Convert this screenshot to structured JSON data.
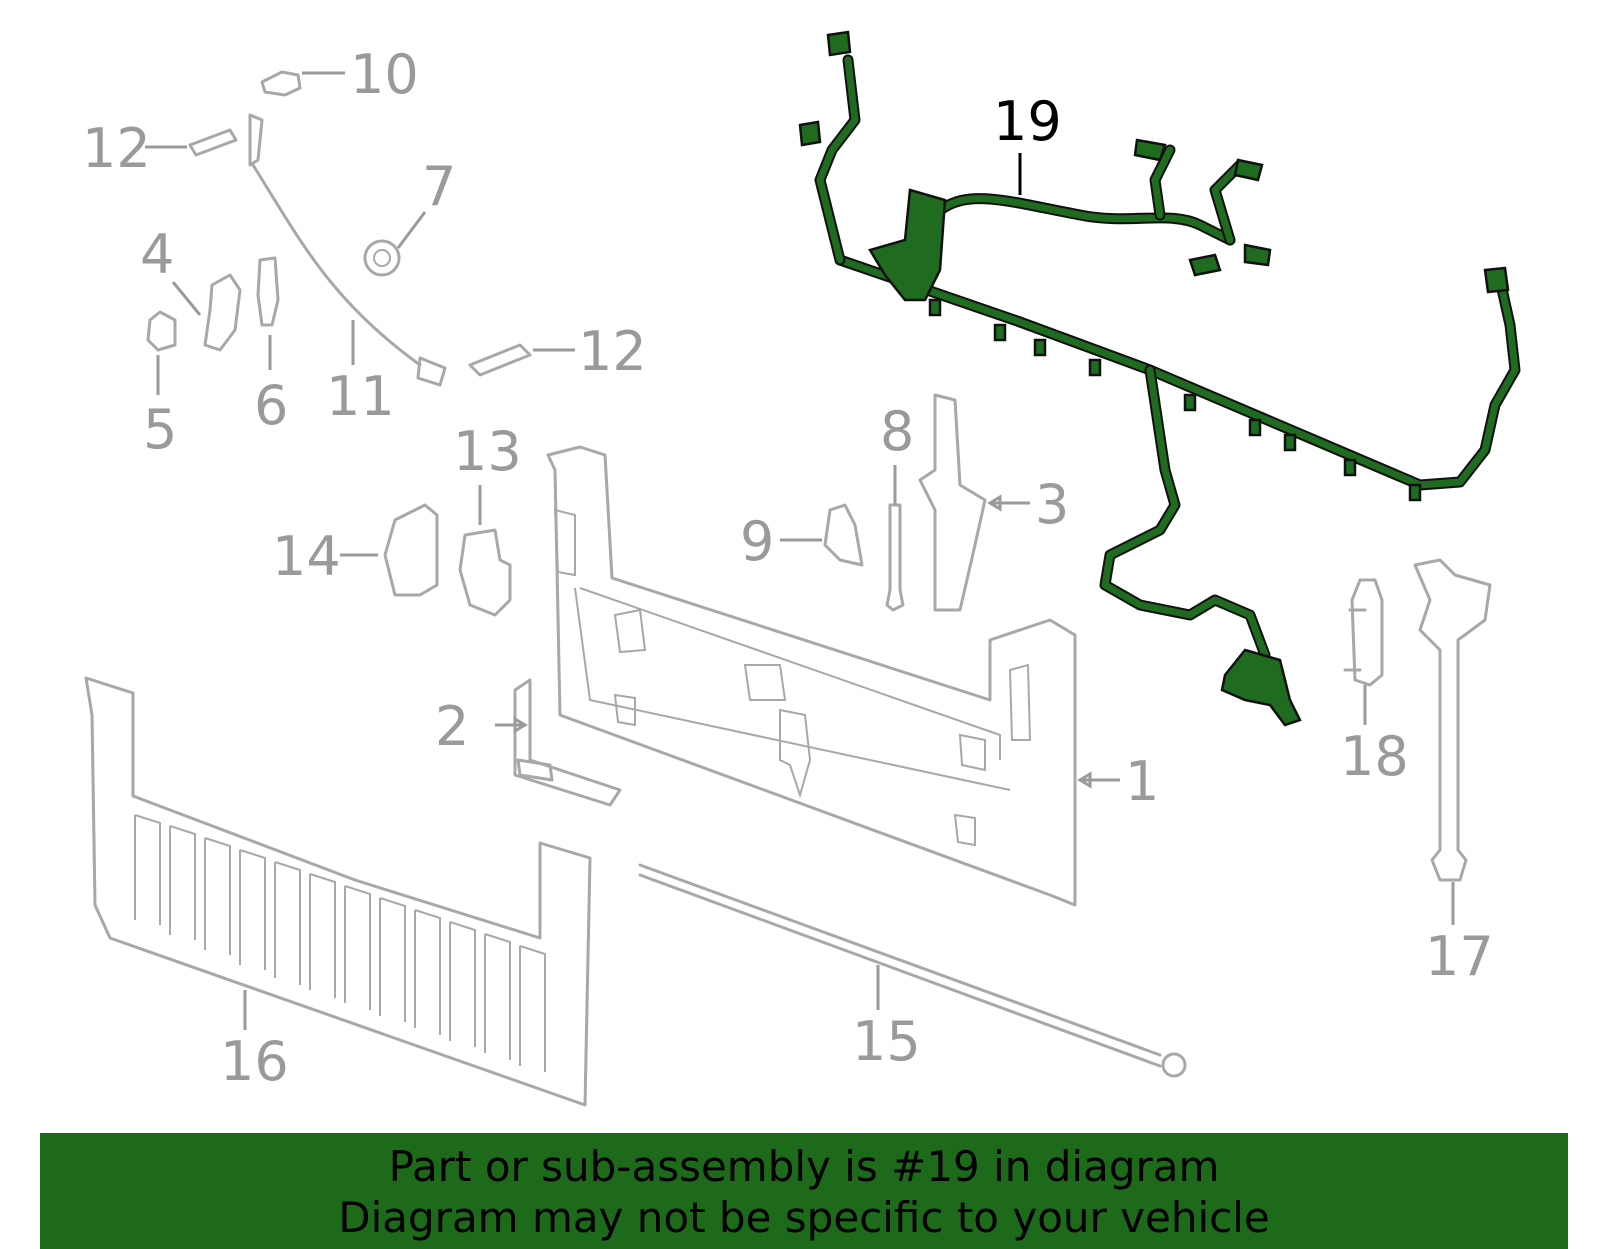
{
  "diagram": {
    "callouts": [
      {
        "id": "c1",
        "text": "1"
      },
      {
        "id": "c2",
        "text": "2"
      },
      {
        "id": "c3",
        "text": "3"
      },
      {
        "id": "c4",
        "text": "4"
      },
      {
        "id": "c5",
        "text": "5"
      },
      {
        "id": "c6",
        "text": "6"
      },
      {
        "id": "c7",
        "text": "7"
      },
      {
        "id": "c8",
        "text": "8"
      },
      {
        "id": "c9",
        "text": "9"
      },
      {
        "id": "c10",
        "text": "10"
      },
      {
        "id": "c11",
        "text": "11"
      },
      {
        "id": "c12a",
        "text": "12"
      },
      {
        "id": "c12b",
        "text": "12"
      },
      {
        "id": "c13",
        "text": "13"
      },
      {
        "id": "c14",
        "text": "14"
      },
      {
        "id": "c15",
        "text": "15"
      },
      {
        "id": "c16",
        "text": "16"
      },
      {
        "id": "c17",
        "text": "17"
      },
      {
        "id": "c18",
        "text": "18"
      },
      {
        "id": "c19",
        "text": "19"
      }
    ],
    "highlight_part": "19",
    "colors": {
      "highlight_green": "#1f6b1f",
      "banner_green": "#1d6b1a",
      "part_gray": "#a8a8a8",
      "label_gray": "#9a9a9a"
    }
  },
  "banner": {
    "line1": "Part or sub-assembly is #19 in diagram",
    "line2": "Diagram may not be specific to your vehicle"
  }
}
